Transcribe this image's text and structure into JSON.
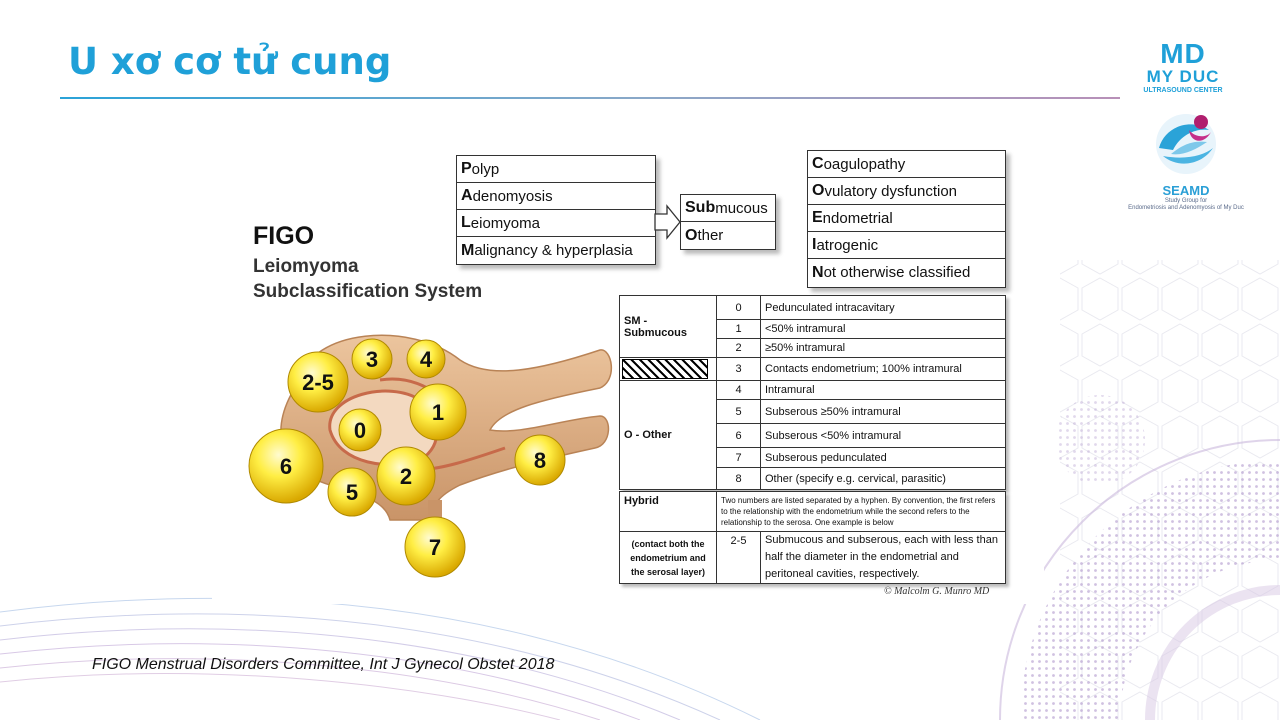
{
  "slide": {
    "title": "U xơ cơ tử cung",
    "citation": "FIGO Menstrual Disorders Committee, Int J Gynecol Obstet 2018"
  },
  "logos": {
    "myduc_md": "MD",
    "myduc_name": "MY DUC",
    "myduc_center": "ULTRASOUND CENTER",
    "seamd_name": "SEAMD",
    "seamd_line1": "Study Group for",
    "seamd_line2": "Endometriosis and Adenomyosis of My Duc"
  },
  "figure": {
    "title": "FIGO",
    "subtitle_line1": "Leiomyoma",
    "subtitle_line2": "Subclassification System",
    "palm": [
      {
        "initial": "P",
        "rest": "olyp"
      },
      {
        "initial": "A",
        "rest": "denomyosis"
      },
      {
        "initial": "L",
        "rest": "eiomyoma"
      },
      {
        "initial": "M",
        "rest": "alignancy & hyperplasia"
      }
    ],
    "sub_options": [
      {
        "initial": "Sub",
        "rest": "mucous"
      },
      {
        "initial": "O",
        "rest": "ther"
      }
    ],
    "coein": [
      {
        "initial": "C",
        "rest": "oagulopathy"
      },
      {
        "initial": "O",
        "rest": "vulatory dysfunction"
      },
      {
        "initial": "E",
        "rest": "ndometrial"
      },
      {
        "initial": "I",
        "rest": "atrogenic"
      },
      {
        "initial": "N",
        "rest": "ot otherwise classified"
      }
    ],
    "table": {
      "sm_label": "SM - Submucous",
      "o_label": "O - Other",
      "rows": [
        {
          "num": "0",
          "desc": "Pedunculated intracavitary"
        },
        {
          "num": "1",
          "desc": "<50% intramural"
        },
        {
          "num": "2",
          "desc": "≥50% intramural"
        },
        {
          "num": "3",
          "desc": "Contacts endometrium; 100% intramural"
        },
        {
          "num": "4",
          "desc": "Intramural"
        },
        {
          "num": "5",
          "desc": "Subserous ≥50% intramural"
        },
        {
          "num": "6",
          "desc": "Subserous <50% intramural"
        },
        {
          "num": "7",
          "desc": "Subserous pedunculated"
        },
        {
          "num": "8",
          "desc": "Other (specify e.g. cervical, parasitic)"
        }
      ],
      "hybrid_label": "Hybrid",
      "hybrid_note": "(contact both the endometrium and the serosal layer)",
      "hybrid_desc": "Two numbers are listed separated by a hyphen. By convention, the first refers to the relationship with the endometrium while the second refers to the relationship to the serosa. One example is below",
      "hybrid_example_num": "2-5",
      "hybrid_example_desc": "Submucous and subserous, each with less than half the diameter in the endometrial and peritoneal cavities, respectively."
    },
    "copyright": "© Malcolm G. Munro MD",
    "fibroid_labels": [
      "2-5",
      "3",
      "4",
      "0",
      "1",
      "6",
      "5",
      "2",
      "8",
      "7"
    ]
  },
  "colors": {
    "title_blue": "#1fa0d8",
    "fibroid_yellow": "#ffe600",
    "uterus_tan": "#e2b48a"
  }
}
